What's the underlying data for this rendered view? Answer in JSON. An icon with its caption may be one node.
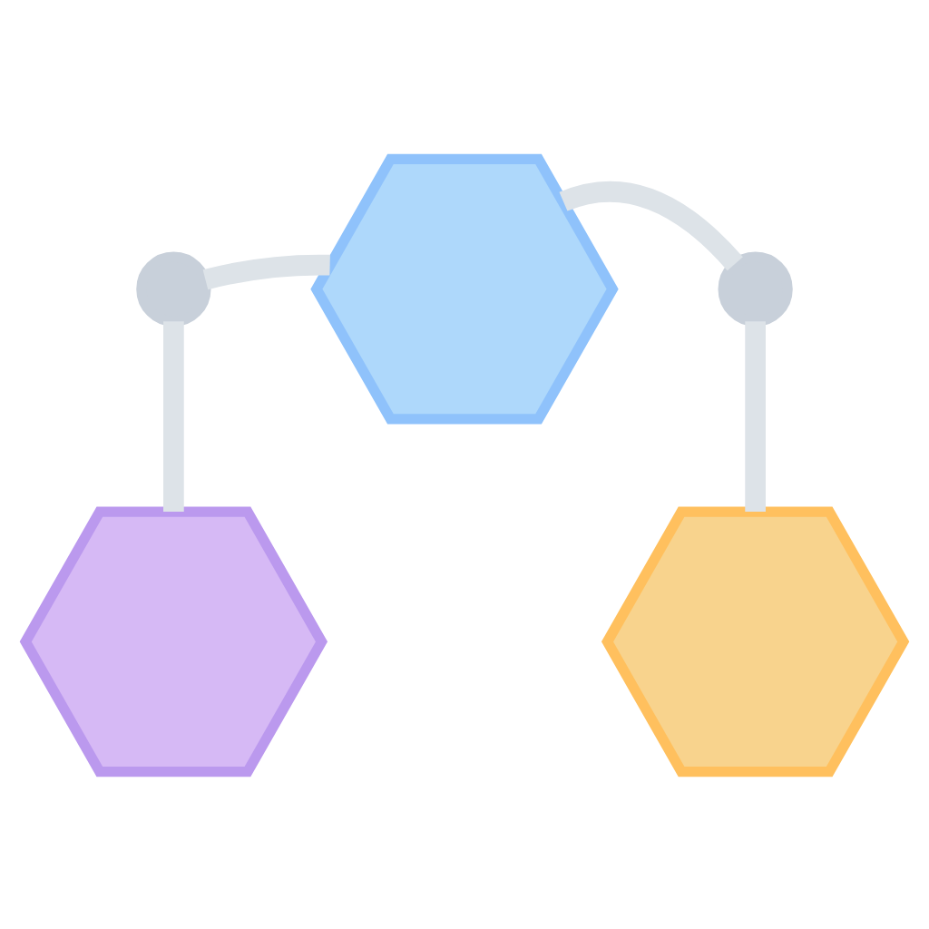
{
  "diagram": {
    "nodes": [
      {
        "text": [],
        "shape": "hexagon"
      },
      {
        "text": [],
        "shape": "circle"
      },
      {
        "text": [],
        "shape": "circle"
      },
      {
        "text": [],
        "shape": "hexagon"
      },
      {
        "text": [],
        "shape": "hexagon"
      }
    ],
    "edges": [
      {
        "from": 0,
        "to": 1,
        "arrow": "none"
      },
      {
        "from": 1,
        "to": 3,
        "arrow": "none"
      },
      {
        "from": 0,
        "to": 2,
        "arrow": "none"
      },
      {
        "from": 2,
        "to": 4,
        "arrow": "none"
      }
    ]
  }
}
